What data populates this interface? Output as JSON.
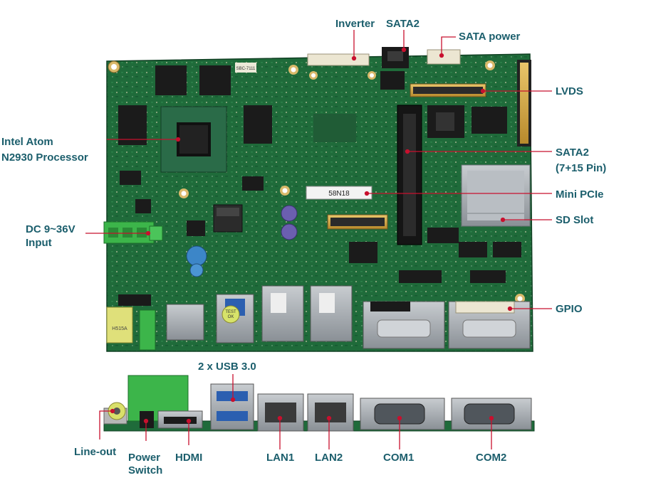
{
  "colors": {
    "label": "#1b5e6c",
    "leader": "#c8102e",
    "board": "#1f6b3a",
    "board_dark": "#15512b",
    "connector_green": "#3cb54a",
    "metal": "#9aa0a6"
  },
  "top_labels": {
    "inverter": "Inverter",
    "sata2_top": "SATA2",
    "sata_power": "SATA power",
    "lvds": "LVDS",
    "cpu_line1": "Intel Atom",
    "cpu_line2": "N2930 Processor",
    "sata2_side_line1": "SATA2",
    "sata2_side_line2": "(7+15 Pin)",
    "mini_pcie": "Mini PCIe",
    "sd_slot": "SD Slot",
    "dc_line1": "DC 9~36V",
    "dc_line2": "Input",
    "gpio": "GPIO"
  },
  "board_markings": {
    "chip_label": "58N18",
    "model": "SBC-7111",
    "usb_sticker_line1": "TEST",
    "usb_sticker_line2": "OK"
  },
  "bottom_labels": {
    "usb": "2 x USB 3.0",
    "line_out": "Line-out",
    "power_line1": "Power",
    "power_line2": "Switch",
    "hdmi": "HDMI",
    "lan1": "LAN1",
    "lan2": "LAN2",
    "com1": "COM1",
    "com2": "COM2"
  },
  "icons": [
    "board-photo-icon",
    "io-edge-photo-icon",
    "leader-dot-icon"
  ]
}
